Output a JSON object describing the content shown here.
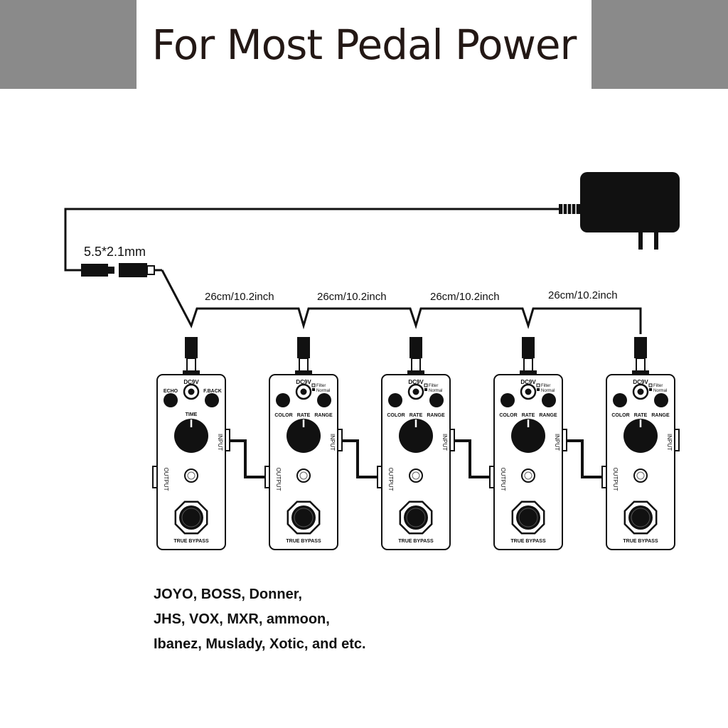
{
  "title": "For Most Pedal Power",
  "connector_label": "5.5*2.1mm",
  "cable_labels": [
    "26cm/10.2inch",
    "26cm/10.2inch",
    "26cm/10.2inch",
    "26cm/10.2inch"
  ],
  "pedals": [
    {
      "power": "DC9V",
      "knob_left": "ECHO",
      "knob_right": "F.BACK",
      "main_knob": "TIME",
      "input": "INPUT",
      "output": "OUTPUT",
      "footswitch": "TRUE BYPASS",
      "switch_labels": [
        "",
        ""
      ]
    },
    {
      "power": "DC9V",
      "knob_left": "COLOR",
      "knob_mid": "RATE",
      "knob_right": "RANGE",
      "input": "INPUT",
      "output": "OUTPUT",
      "footswitch": "TRUE BYPASS",
      "switch_labels": [
        "Filter",
        "Normal"
      ]
    },
    {
      "power": "DC9V",
      "knob_left": "COLOR",
      "knob_mid": "RATE",
      "knob_right": "RANGE",
      "input": "INPUT",
      "output": "OUTPUT",
      "footswitch": "TRUE BYPASS",
      "switch_labels": [
        "Filter",
        "Normal"
      ]
    },
    {
      "power": "DC9V",
      "knob_left": "COLOR",
      "knob_mid": "RATE",
      "knob_right": "RANGE",
      "input": "INPUT",
      "output": "OUTPUT",
      "footswitch": "TRUE BYPASS",
      "switch_labels": [
        "Filter",
        "Normal"
      ]
    },
    {
      "power": "DC9V",
      "knob_left": "COLOR",
      "knob_mid": "RATE",
      "knob_right": "RANGE",
      "input": "INPUT",
      "output": "OUTPUT",
      "footswitch": "TRUE BYPASS",
      "switch_labels": [
        "Filter",
        "Normal"
      ]
    }
  ],
  "brands": [
    "JOYO, BOSS, Donner,",
    "JHS, VOX, MXR, ammoon,",
    "Ibanez, Muslady, Xotic, and etc."
  ]
}
